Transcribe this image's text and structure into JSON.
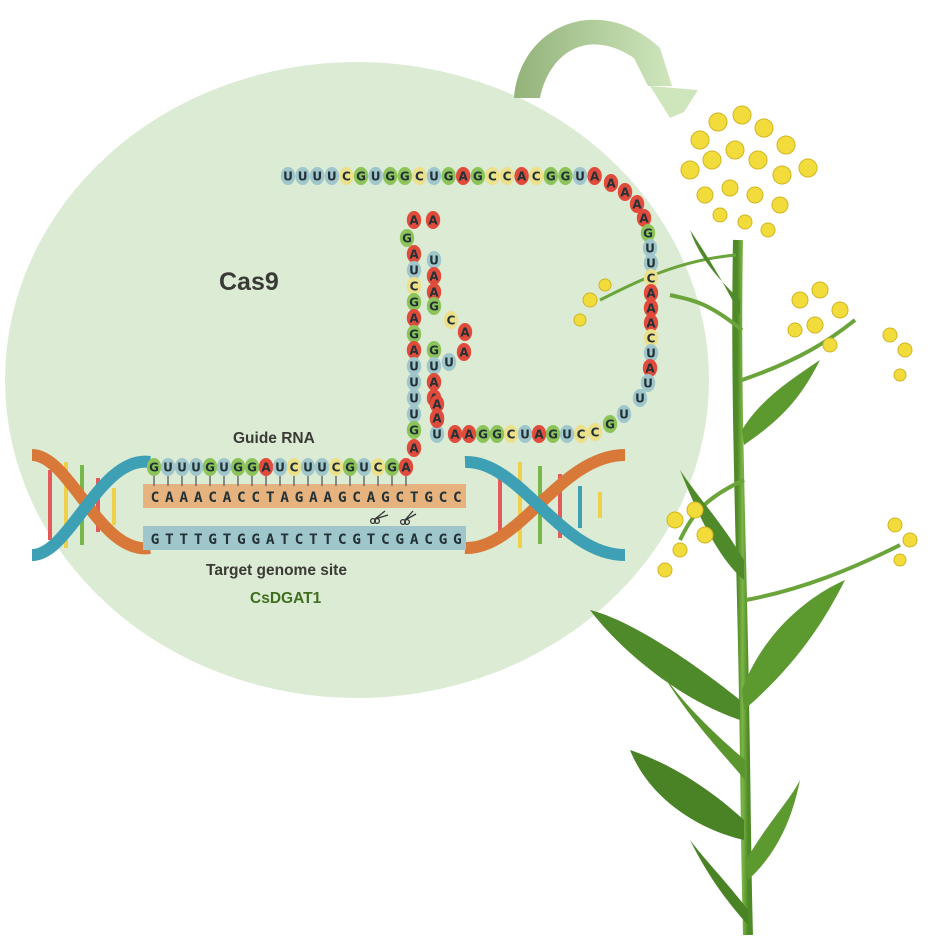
{
  "labels": {
    "protein": "Cas9",
    "guide_rna": "Guide RNA",
    "target_site": "Target genome site",
    "gene": "CsDGAT1"
  },
  "sequences": {
    "top_arm": "UUUUCGUGGCUGAGCCACGGUA",
    "right_loop": "AAAAGUUCAAACUAU",
    "bottom_loop": "UUGCCUGAUCGGAAUA",
    "hairpin": "AAGAUCGAGAUUUUGA",
    "inner_hairpin": "UAAGCAAUGUAAAA",
    "guide": "GUUUGUGGAUCUUCGUCGA",
    "target_upper": "CAAACACCTAGAAGCAGCTGCC",
    "target_lower": "GTTTGTGGATCTTCGTCGACGG"
  },
  "colors": {
    "U": "#9ec6cb",
    "C": "#ece08a",
    "G": "#8cc45a",
    "A": "#e14b3b",
    "halo": "#dcebd3",
    "upper_strand": "#e6b27e",
    "lower_strand": "#9ec6cb",
    "helix_orange": "#d8793a",
    "helix_teal": "#3ea0b5",
    "stem": "#5f9a2e",
    "leaf": "#4f8a2a",
    "flower": "#f2dc3c"
  },
  "icons": {
    "cut_marks": "scissors-icon",
    "arrow": "curved-arrow-icon"
  }
}
